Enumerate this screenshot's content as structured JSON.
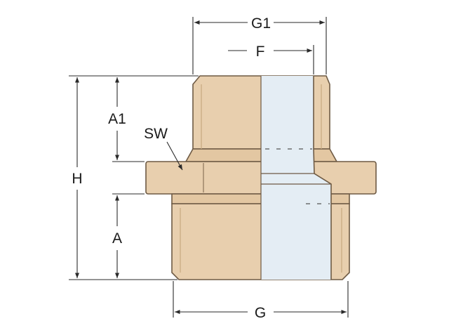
{
  "labels": {
    "g1": "G1",
    "f": "F",
    "a1": "A1",
    "sw": "SW",
    "h": "H",
    "a": "A",
    "g": "G"
  },
  "colors": {
    "brass_fill": "#e8cfae",
    "brass_stroke": "#6e5a44",
    "bore_fill": "#e4edf4",
    "dimension_line": "#2a2a2a"
  }
}
